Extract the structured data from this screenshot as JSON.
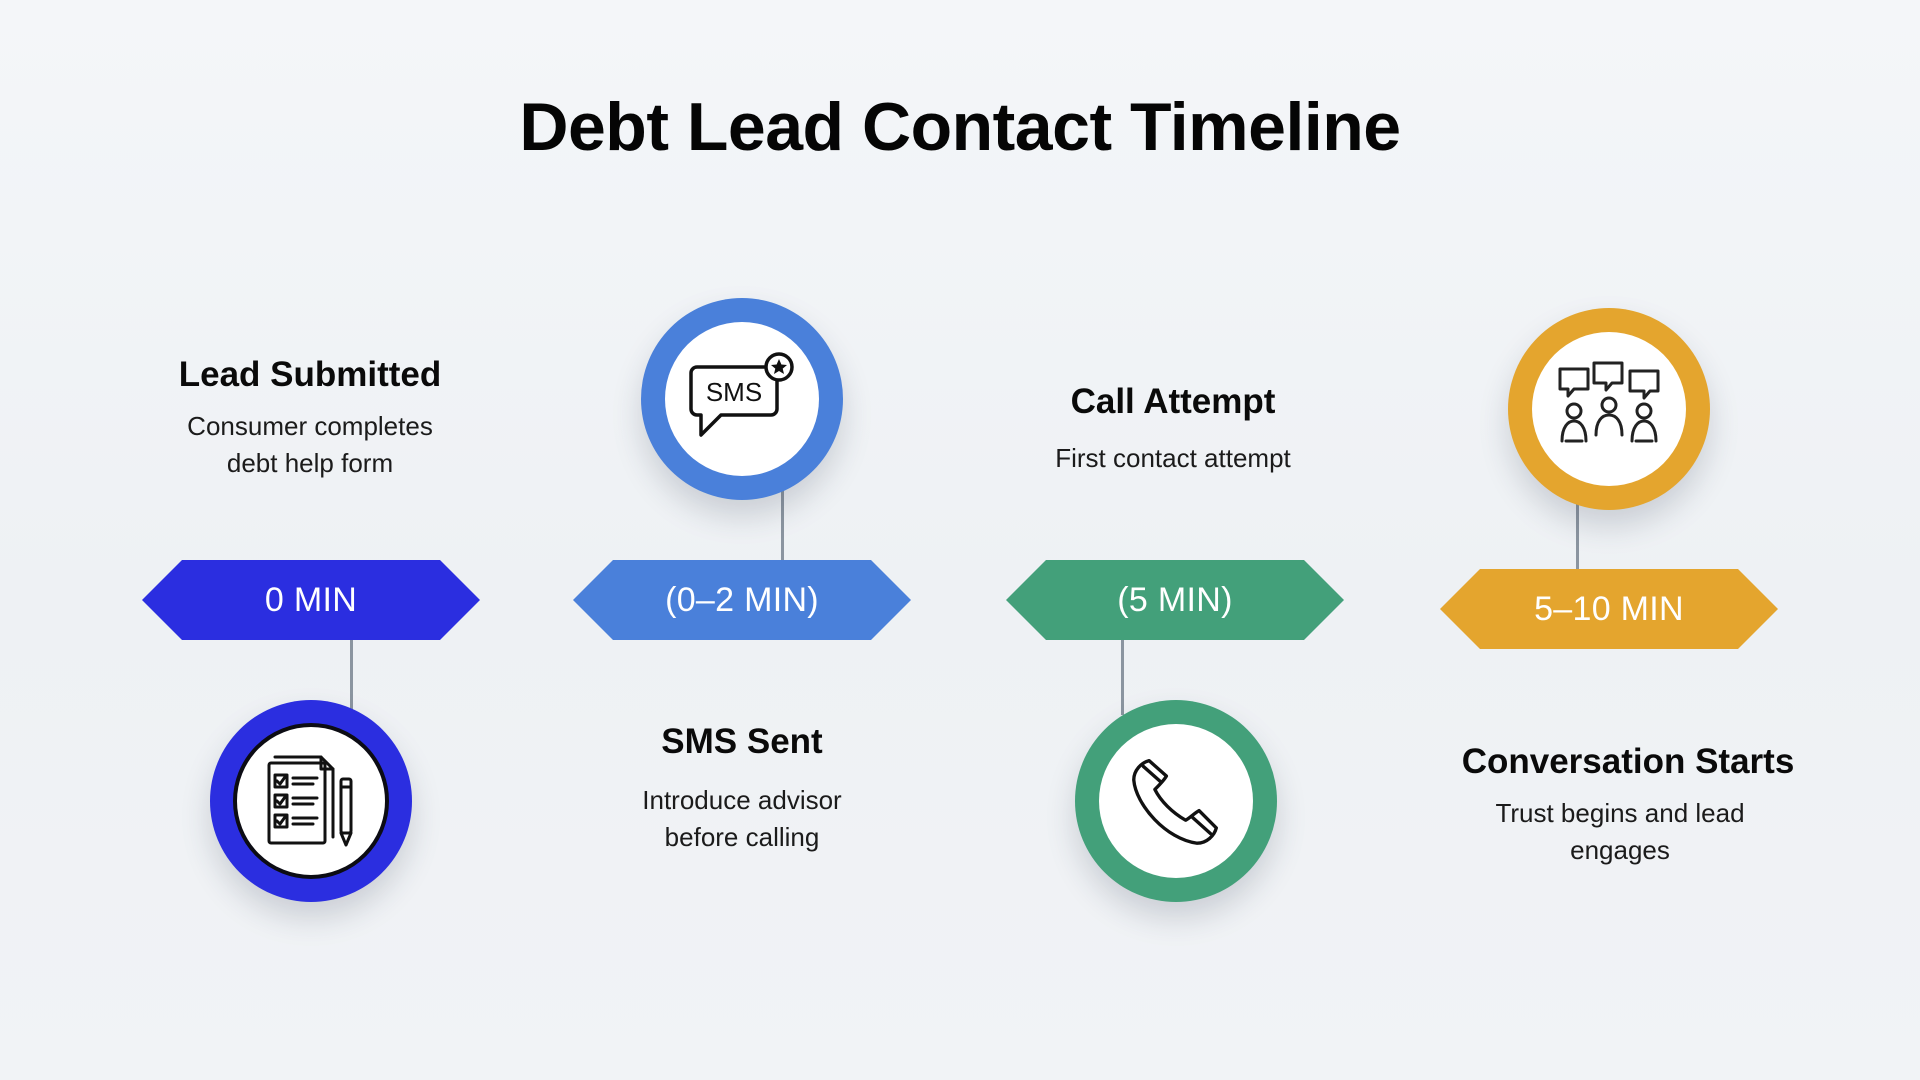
{
  "title": "Debt Lead Contact Timeline",
  "steps": [
    {
      "time": "0 MIN",
      "title": "Lead Submitted",
      "description": "Consumer completes debt help form",
      "color": "#2b2ee0",
      "icon": "form-checklist-icon"
    },
    {
      "time": "(0–2 MIN)",
      "title": "SMS Sent",
      "description": "Introduce advisor before calling",
      "color": "#4a80da",
      "icon": "sms-message-icon",
      "icon_text": "SMS"
    },
    {
      "time": "(5 MIN)",
      "title": "Call Attempt",
      "description": "First contact attempt",
      "color": "#43a07a",
      "icon": "phone-handset-icon"
    },
    {
      "time": "5–10 MIN",
      "title": "Conversation Starts",
      "description": "Trust begins and lead engages",
      "color": "#e4a52e",
      "icon": "group-conversation-icon"
    }
  ]
}
